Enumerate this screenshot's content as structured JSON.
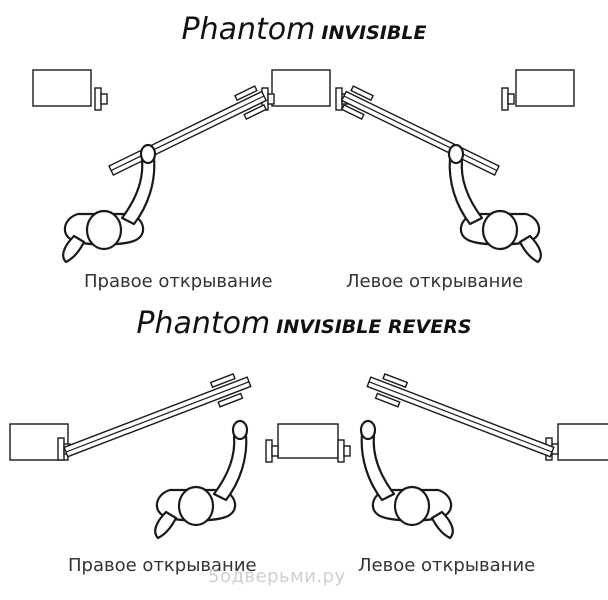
{
  "sections": [
    {
      "title_main": "Phantom",
      "title_sub": "INVISIBLE",
      "caption_right": "Правое открывание",
      "caption_left": "Левое открывание"
    },
    {
      "title_main": "Phantom",
      "title_sub": "INVISIBLE REVERS",
      "caption_right": "Правое открывание",
      "caption_left": "Левое открывание"
    }
  ],
  "watermark": "5одверьми.ру",
  "colors": {
    "line": "#1a1a1a",
    "text": "#333333",
    "watermark": "#cfcfcf"
  }
}
